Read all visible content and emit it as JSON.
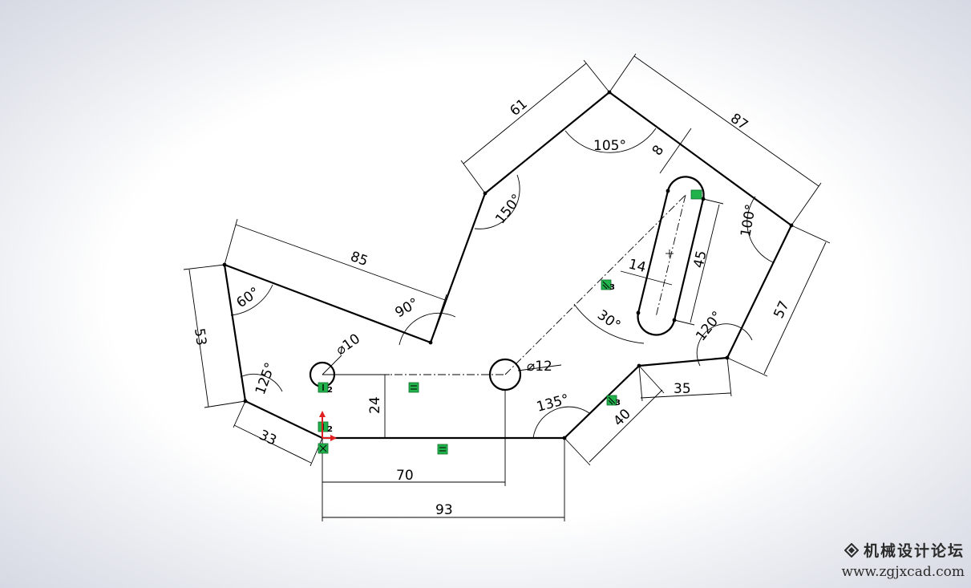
{
  "dimensions": {
    "d85": "85",
    "d53": "53",
    "d33": "33",
    "d61": "61",
    "d87": "87",
    "d57": "57",
    "d8": "8",
    "d45": "45",
    "d14": "14",
    "d24": "24",
    "d70": "70",
    "d93": "93",
    "d35": "35",
    "d40": "40",
    "a60": "60°",
    "a90": "90°",
    "a150": "150°",
    "a105": "105°",
    "a100": "100°",
    "a120": "120°",
    "a125": "125°",
    "a135": "135°",
    "a30": "30°",
    "phi10": "⌀10",
    "phi12": "⌀12"
  },
  "relations": {
    "vertical_count": "2",
    "vertical_count_b": "2",
    "parallel_count": "3",
    "parallel_count_b": "3"
  },
  "icons": [
    "equal-relation-icon",
    "vertical-relation-icon",
    "parallel-relation-icon",
    "coincident-relation-icon",
    "origin-axes-icon",
    "midpoint-icon",
    "logo-icon"
  ],
  "colors": {
    "relation_fill": "#21b24b",
    "origin_red": "#e02020"
  },
  "watermark": {
    "title": "机械设计论坛",
    "url": "www.zgjxcad.com"
  }
}
